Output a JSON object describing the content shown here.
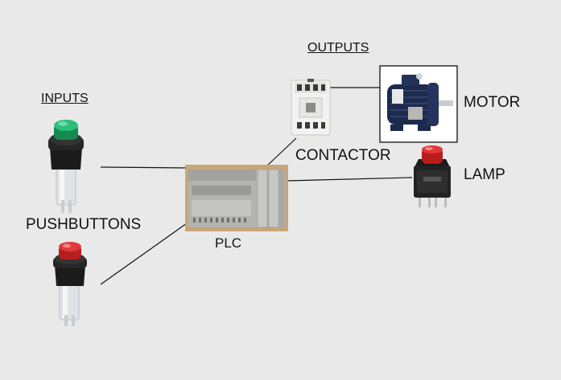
{
  "labels": {
    "inputs": "INPUTS",
    "outputs": "OUTPUTS",
    "pushbuttons": "PUSHBUTTONS",
    "plc": "PLC",
    "contactor": "CONTACTOR",
    "motor": "MOTOR",
    "lamp": "LAMP"
  },
  "colors": {
    "background": "#e9e9e9",
    "wire": "#111111",
    "green_button": "#1e9a5c",
    "red_button": "#d42a2a",
    "motor_blue": "#1c2a4e",
    "plc_gray": "#b5b5b2"
  }
}
